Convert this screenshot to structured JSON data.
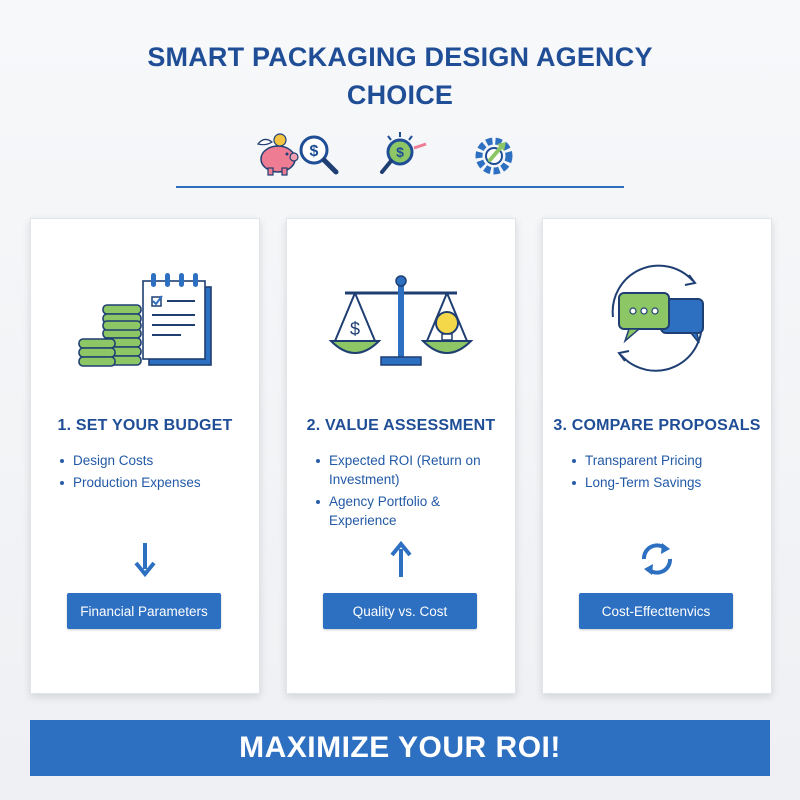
{
  "title": {
    "line1": "SMART PACKAGING DESIGN AGENCY",
    "line2": "CHOICE"
  },
  "header_icons": [
    "piggy-bank-icon",
    "magnifier-dollar-icon",
    "analysis-magnifier-icon",
    "gear-growth-icon"
  ],
  "cards": [
    {
      "heading": "1. SET YOUR BUDGET",
      "bullets": [
        "Design Costs",
        "Production Expenses"
      ],
      "illustration": "coins-and-notepad-icon",
      "direction_icon": "arrow-down-icon",
      "button": "Financial Parameters"
    },
    {
      "heading": "2. VALUE ASSESSMENT",
      "bullets": [
        "Expected ROI (Return on Investment)",
        "Agency Portfolio & Experience"
      ],
      "illustration": "balance-scale-icon",
      "direction_icon": "arrow-up-icon",
      "button": "Quality vs. Cost"
    },
    {
      "heading": "3. COMPARE PROPOSALS",
      "bullets": [
        "Transparent Pricing",
        "Long-Term Savings"
      ],
      "illustration": "chat-bubbles-cycle-icon",
      "direction_icon": "refresh-cycle-icon",
      "button": "Cost-Effecttenvics"
    }
  ],
  "banner": "MAXIMIZE YOUR ROI!",
  "colors": {
    "primary_blue": "#2d6fc0",
    "title_blue": "#1f4e96",
    "accent_green": "#8cc665",
    "accent_pink": "#ee7c93"
  }
}
